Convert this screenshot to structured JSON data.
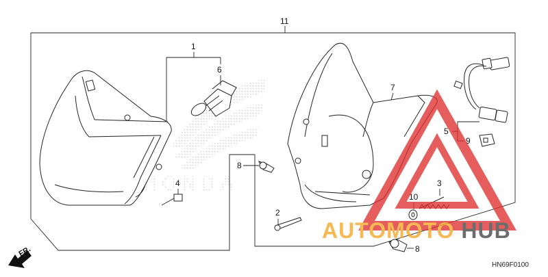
{
  "diagram": {
    "callouts": {
      "assembly": "11",
      "headlight_unit": "1",
      "screw_long": "2",
      "spring": "3",
      "nut": "4",
      "harness": "5",
      "bulb": "6",
      "bracket": "7",
      "bolt_left": "8",
      "bolt_right": "8",
      "clip": "9",
      "washer": "10"
    },
    "direction_label": "FR.",
    "diagram_code": "HN69F0100",
    "watermark": {
      "brand_text": "AUTOMOTOHUB",
      "color_orange": "#f5a623",
      "color_red": "#e03030",
      "color_dark": "#444444"
    },
    "background_logo": {
      "brand_text": "HONDA"
    }
  }
}
